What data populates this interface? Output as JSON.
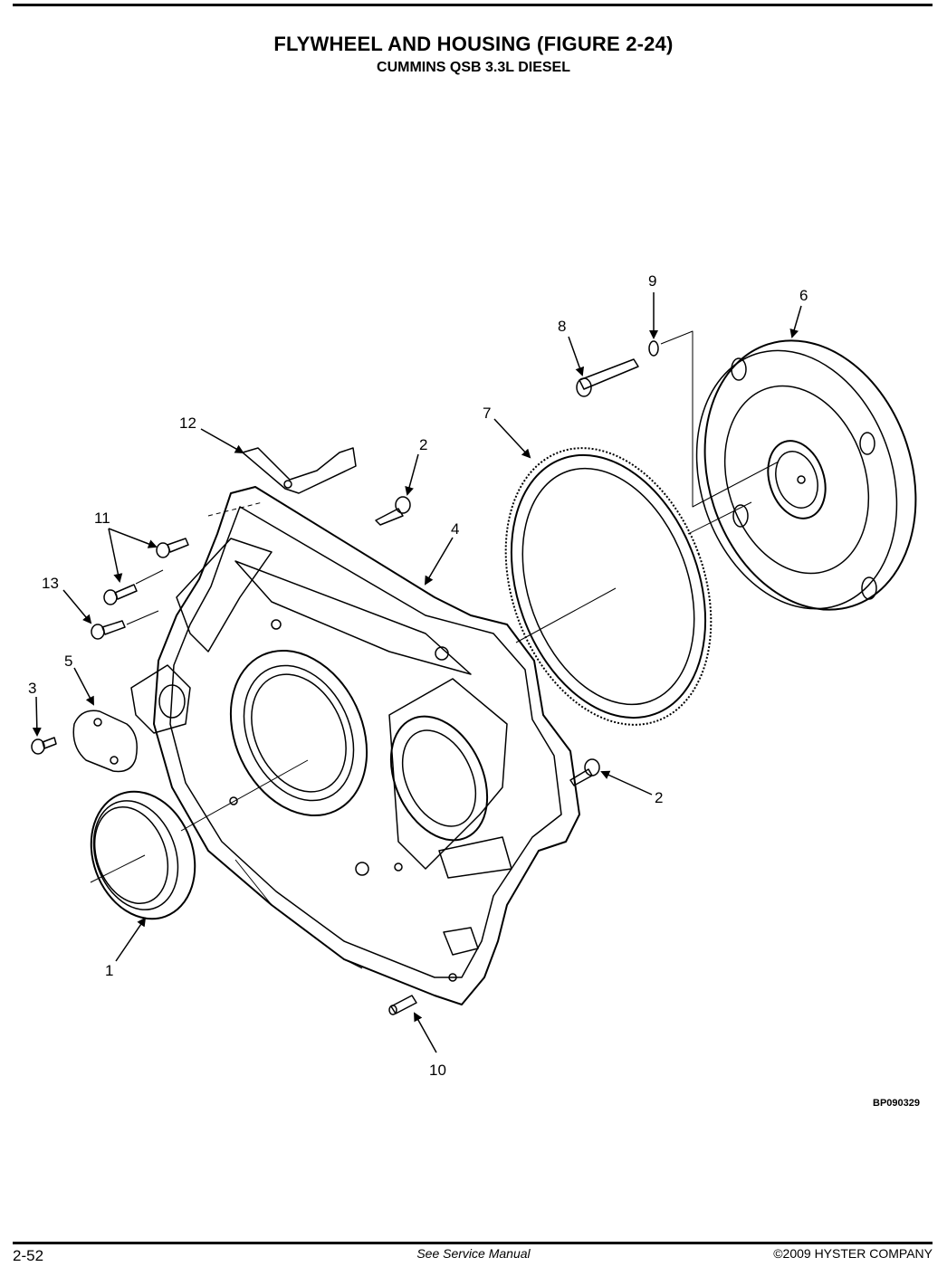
{
  "header": {
    "title": "FLYWHEEL AND HOUSING (FIGURE 2-24)",
    "subtitle": "CUMMINS QSB 3.3L DIESEL"
  },
  "callouts": {
    "c1": "1",
    "c2a": "2",
    "c2b": "2",
    "c3": "3",
    "c4": "4",
    "c5": "5",
    "c6": "6",
    "c7": "7",
    "c8": "8",
    "c9": "9",
    "c10": "10",
    "c11": "11",
    "c12": "12",
    "c13": "13"
  },
  "figure_code": "BP090329",
  "footer": {
    "page_number": "2-52",
    "note": "See Service Manual",
    "copyright": "©2009 HYSTER COMPANY"
  }
}
